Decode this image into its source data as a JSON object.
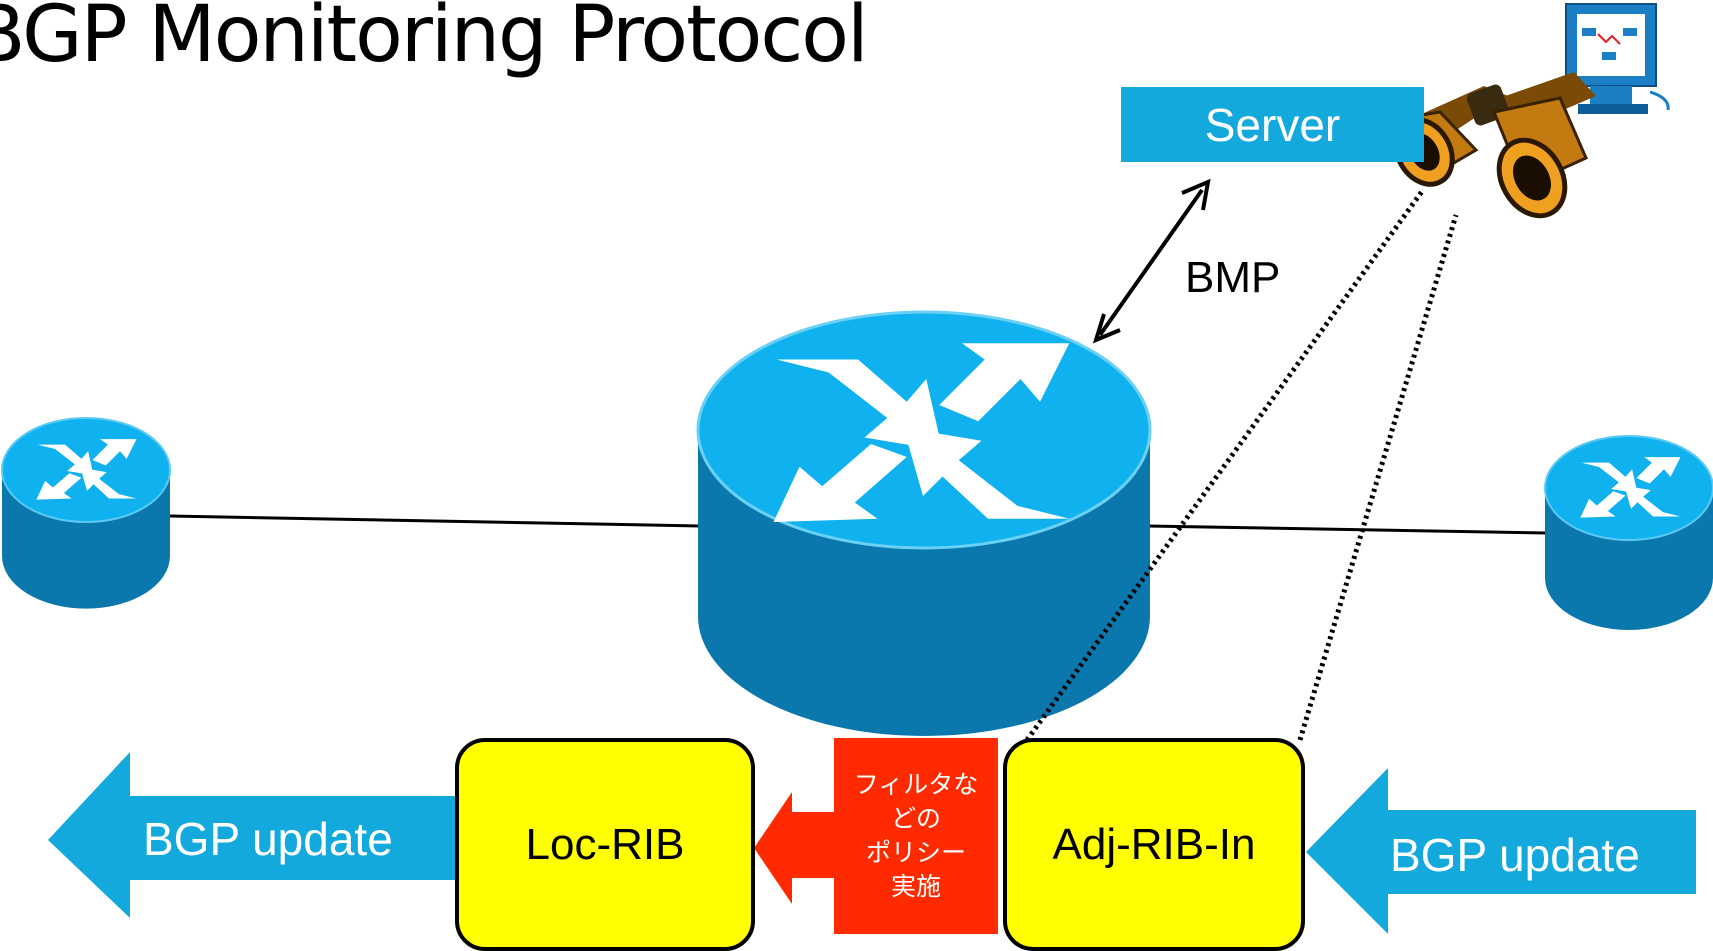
{
  "title": "BGP Monitoring Protocol",
  "server_label": "Server",
  "link_label": "BMP",
  "loc_rib_label": "Loc-RIB",
  "adj_rib_label": "Adj-RIB-In",
  "policy_label": "フィルタな\nどの\nポリシー\n実施",
  "update_left_label": "BGP update",
  "update_right_label": "BGP update",
  "icons": {
    "core_router": "router-icon",
    "left_router": "router-icon",
    "right_router": "router-icon",
    "monitor": "network-monitor-icon",
    "binoculars": "binoculars-icon"
  },
  "colors": {
    "router_top": "#0fb2ee",
    "router_side": "#0a78ad",
    "server": "#14a9dd",
    "rib": "#ffff00",
    "policy": "#ff2a00",
    "update_arrow": "#14a9dd"
  }
}
